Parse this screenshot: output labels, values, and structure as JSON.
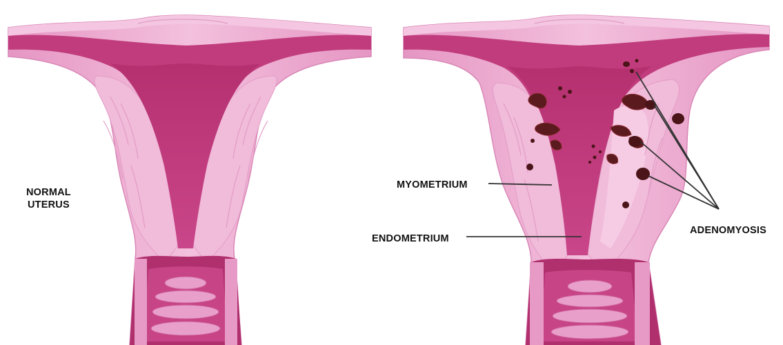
{
  "labels": {
    "normal_uterus_line1": "NORMAL",
    "normal_uterus_line2": "UTERUS",
    "myometrium": "MYOMETRIUM",
    "endometrium": "ENDOMETRIUM",
    "adenomyosis": "ADENOMYOSIS"
  },
  "colors": {
    "outer_tissue": "#eba5cf",
    "outer_tissue_light": "#f4c3e0",
    "myometrium_band": "#bf3a7b",
    "cavity": "#c03a79",
    "cervix_dark": "#a32a66",
    "lesion": "#5a1a1e",
    "lesion_rim": "#8e2d34",
    "pointer_line": "#333333"
  },
  "panels": [
    {
      "name": "normal-uterus"
    },
    {
      "name": "adenomyosis-uterus"
    }
  ]
}
